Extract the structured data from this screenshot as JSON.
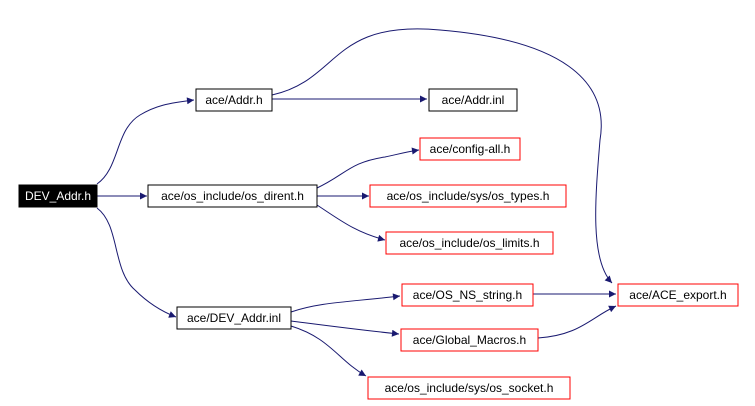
{
  "colors": {
    "edge": "#191970",
    "root_fill": "#000000",
    "root_text": "#ffffff",
    "node_border_black": "#000000",
    "node_border_red": "#ff0000",
    "node_fill": "#ffffff",
    "node_text": "#000000"
  },
  "nodes": {
    "dev_addr_h": {
      "label": "DEV_Addr.h"
    },
    "ace_addr_h": {
      "label": "ace/Addr.h"
    },
    "ace_addr_inl": {
      "label": "ace/Addr.inl"
    },
    "config_all_h": {
      "label": "ace/config-all.h"
    },
    "os_dirent_h": {
      "label": "ace/os_include/os_dirent.h"
    },
    "os_types_h": {
      "label": "ace/os_include/sys/os_types.h"
    },
    "os_limits_h": {
      "label": "ace/os_include/os_limits.h"
    },
    "os_ns_string_h": {
      "label": "ace/OS_NS_string.h"
    },
    "ace_export_h": {
      "label": "ace/ACE_export.h"
    },
    "dev_addr_inl": {
      "label": "ace/DEV_Addr.inl"
    },
    "global_macros_h": {
      "label": "ace/Global_Macros.h"
    },
    "os_socket_h": {
      "label": "ace/os_include/sys/os_socket.h"
    }
  },
  "edges": [
    {
      "from": "dev_addr_h",
      "to": "ace_addr_h"
    },
    {
      "from": "dev_addr_h",
      "to": "os_dirent_h"
    },
    {
      "from": "dev_addr_h",
      "to": "dev_addr_inl"
    },
    {
      "from": "ace_addr_h",
      "to": "ace_addr_inl"
    },
    {
      "from": "ace_addr_h",
      "to": "ace_export_h"
    },
    {
      "from": "os_dirent_h",
      "to": "config_all_h"
    },
    {
      "from": "os_dirent_h",
      "to": "os_types_h"
    },
    {
      "from": "os_dirent_h",
      "to": "os_limits_h"
    },
    {
      "from": "dev_addr_inl",
      "to": "os_ns_string_h"
    },
    {
      "from": "dev_addr_inl",
      "to": "global_macros_h"
    },
    {
      "from": "dev_addr_inl",
      "to": "os_socket_h"
    },
    {
      "from": "os_ns_string_h",
      "to": "ace_export_h"
    },
    {
      "from": "global_macros_h",
      "to": "ace_export_h"
    }
  ]
}
